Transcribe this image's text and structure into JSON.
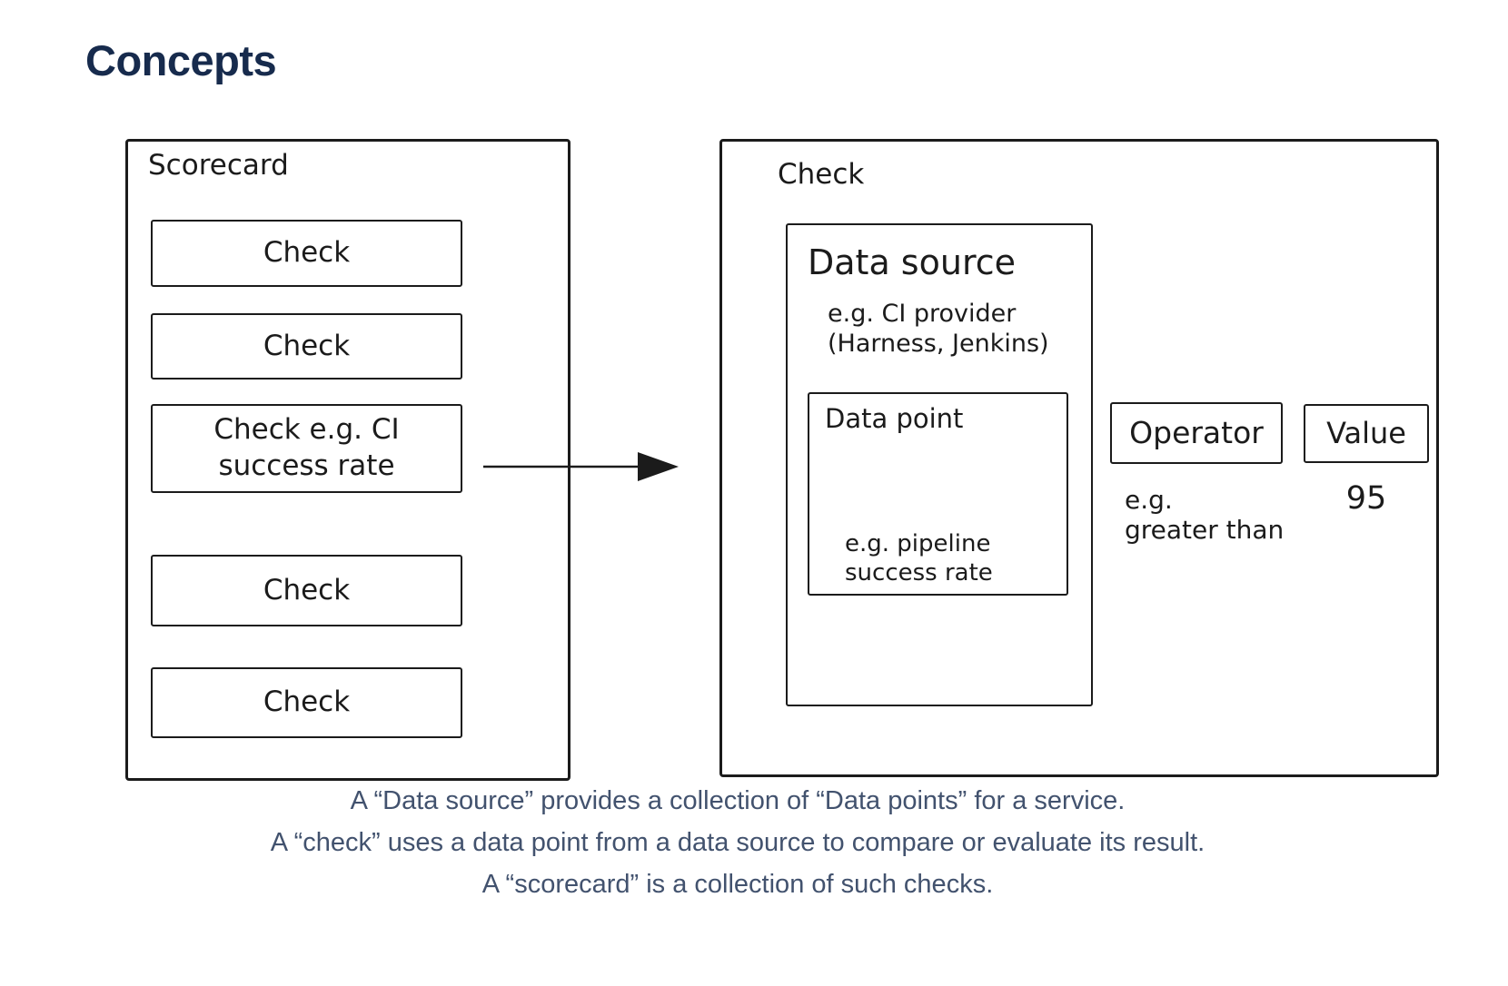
{
  "page": {
    "title": "Concepts"
  },
  "diagram": {
    "scorecard": {
      "label": "Scorecard",
      "checks": [
        {
          "label": "Check"
        },
        {
          "label": "Check"
        },
        {
          "label": "Check e.g. CI\nsuccess rate"
        },
        {
          "label": "Check"
        },
        {
          "label": "Check"
        }
      ]
    },
    "arrow": {
      "name": "flow-arrow"
    },
    "check_panel": {
      "label": "Check",
      "data_source": {
        "label": "Data source",
        "example": "e.g. CI provider\n(Harness, Jenkins)",
        "data_point": {
          "label": "Data point",
          "example": "e.g. pipeline\nsuccess rate"
        }
      },
      "operator": {
        "label": "Operator",
        "example": "e.g.\ngreater than"
      },
      "value": {
        "label": "Value",
        "example": "95"
      }
    }
  },
  "caption": {
    "lines": [
      "A “Data source” provides a collection of “Data points” for a service.",
      "A “check” uses a data point from a data source to compare or evaluate its result.",
      "A “scorecard” is a collection of such checks."
    ]
  },
  "colors": {
    "heading": "#172B4D",
    "caption": "#42526E",
    "stroke": "#1b1b1b"
  }
}
